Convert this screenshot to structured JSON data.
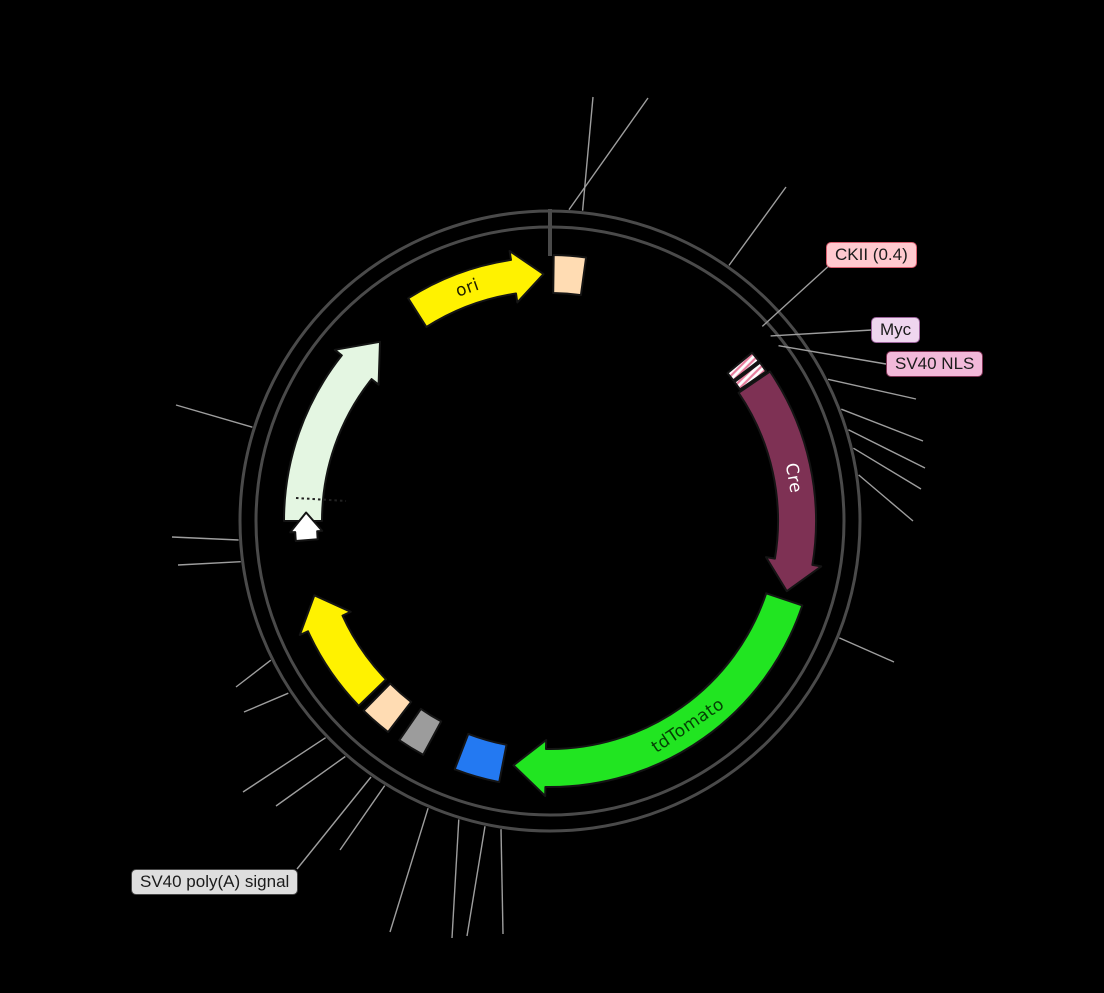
{
  "map": {
    "background": "#000000",
    "ring_color": "#4a4a4a",
    "tick_color": "#9e9e9e",
    "features": {
      "ori": {
        "label": "ori",
        "color": "#FFF200",
        "label_color": "#1F1F00"
      },
      "cre": {
        "label": "Cre",
        "color": "#7E3154",
        "label_color": "#FFFFFF"
      },
      "tdtomato": {
        "label": "tdTomato",
        "color": "#21E521",
        "label_color": "#053F05"
      },
      "pale_orf": {
        "color": "#E4F6E2"
      },
      "yellow_arrow": {
        "color": "#FFF200"
      },
      "top_box": {
        "color": "#FFDCB3"
      },
      "lower_peach_box": {
        "color": "#FFDCB3"
      },
      "grey_box": {
        "color": "#9C9C9C"
      },
      "blue_box": {
        "color": "#2379F2"
      },
      "tag_boxes": {
        "hatch_color": "#E87E9E"
      },
      "promoter_arrow": {
        "color": "#FFFFFF"
      }
    },
    "callouts": {
      "ckii": {
        "label": "CKII (0.4)",
        "bg": "#FFC9CF",
        "border": "#DA5F70"
      },
      "myc": {
        "label": "Myc",
        "bg": "#EFD6EF",
        "border": "#9A629A"
      },
      "sv40_nls": {
        "label": "SV40 NLS",
        "bg": "#F2B9D9",
        "border": "#7D3253"
      },
      "sv40_polya": {
        "label": "SV40 poly(A) signal",
        "bg": "#DEDEDE",
        "border": "#454545"
      }
    }
  }
}
